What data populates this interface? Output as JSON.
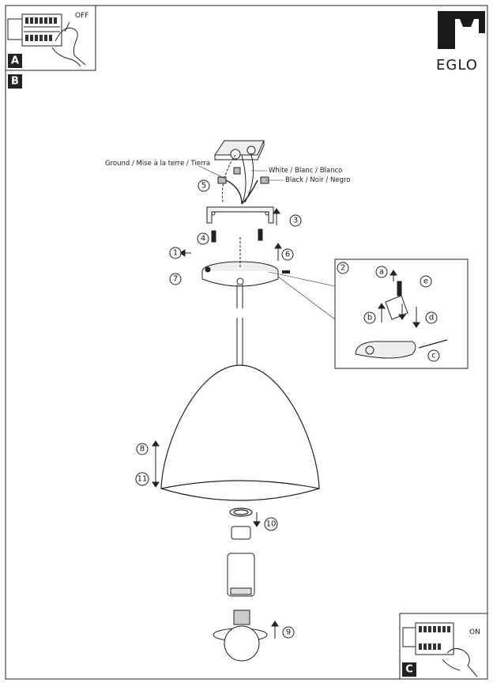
{
  "brand": {
    "name": "EGLO"
  },
  "panels": {
    "a": {
      "letter": "A",
      "switch_state": "OFF"
    },
    "b": {
      "letter": "B"
    },
    "c": {
      "letter": "C",
      "switch_state": "ON"
    }
  },
  "wire_labels": {
    "ground": "Ground / Mise à la terre / Tierra",
    "white": "White / Blanc / Blanco",
    "black": "Black / Noir / Negro"
  },
  "steps": [
    "1",
    "2",
    "3",
    "4",
    "5",
    "6",
    "7",
    "8",
    "9",
    "10",
    "11"
  ],
  "detail_steps": [
    "a",
    "b",
    "c",
    "d",
    "e"
  ]
}
